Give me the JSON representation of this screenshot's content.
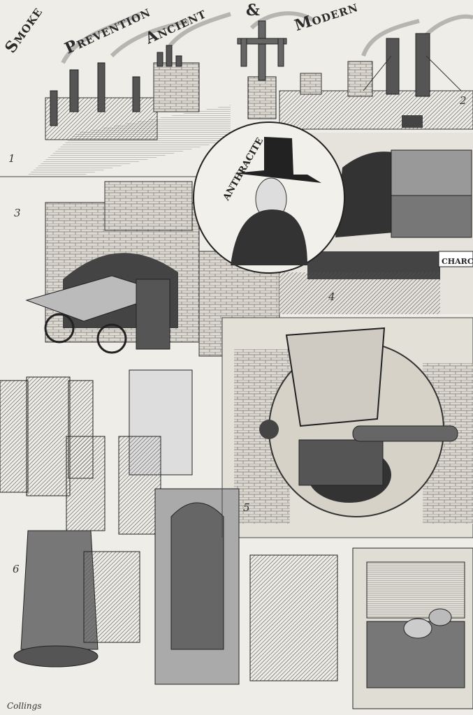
{
  "title": {
    "word1": "Smoke",
    "word2": "Prevention",
    "word3": "Ancient",
    "amp": "&",
    "word4": "Modern"
  },
  "figure_numbers": [
    "1",
    "2",
    "3",
    "4",
    "5",
    "6"
  ],
  "portrait_lettering": "ANTHRACITE",
  "shop_sign": "CHARC",
  "signature": "Collings",
  "colors": {
    "paper": "#efede7",
    "ink": "#2a2a2a"
  }
}
